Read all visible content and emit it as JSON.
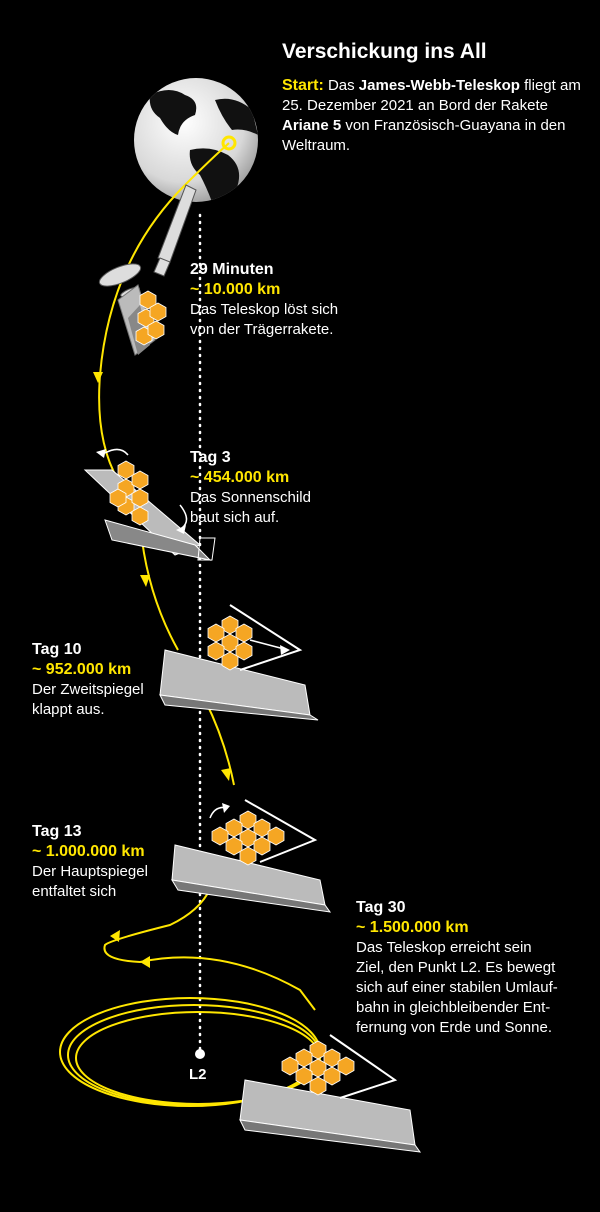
{
  "header": {
    "title": "Verschickung ins All"
  },
  "intro": {
    "label": "Start:",
    "t1": " Das ",
    "b1": "James-Webb-Teleskop",
    "t2": " fliegt am 25. Dezember 2021 an Bord der Rakete ",
    "b2": "Ariane 5",
    "t3": " von Französisch-Guayana in den Weltraum."
  },
  "stages": [
    {
      "time": "29 Minuten",
      "distance": "~ 10.000 km",
      "desc": [
        "Das Teleskop löst sich",
        "von der Trägerrakete."
      ]
    },
    {
      "time": "Tag 3",
      "distance": "~ 454.000 km",
      "desc": [
        "Das Sonnenschild",
        "baut sich auf."
      ]
    },
    {
      "time": "Tag 10",
      "distance": "~ 952.000 km",
      "desc": [
        "Der Zweitspiegel",
        "klappt aus."
      ]
    },
    {
      "time": "Tag 13",
      "distance": "~ 1.000.000 km",
      "desc": [
        "Der Hauptspiegel",
        "entfaltet sich"
      ]
    },
    {
      "time": "Tag 30",
      "distance": "~ 1.500.000 km",
      "desc": [
        "Das Teleskop erreicht sein",
        "Ziel, den Punkt L2. Es bewegt",
        "sich auf einer stabilen Umlauf-",
        "bahn in gleichbleibender Ent-",
        "fernung von Erde und Sonne."
      ]
    }
  ],
  "target_label": "L2",
  "colors": {
    "accent": "#ffe600",
    "mirror": "#f5a623",
    "background": "#000000",
    "text": "#ffffff"
  }
}
